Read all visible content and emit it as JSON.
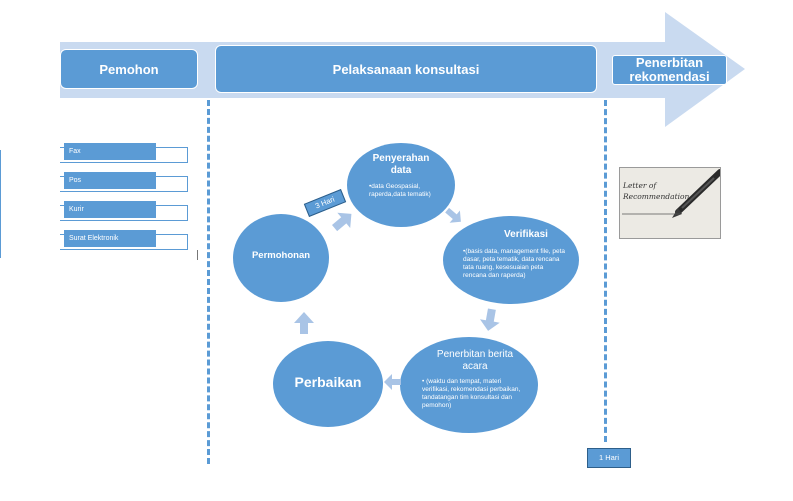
{
  "stages": {
    "applicant": "Pemohon",
    "consultation": "Pelaksanaan konsultasi",
    "issuance": "Penerbitan rekomendasi"
  },
  "channels": [
    "Fax",
    "Pos",
    "Kurir",
    "Surat Elektronik"
  ],
  "cycle": {
    "request": {
      "title": "Permohonan"
    },
    "submission": {
      "title": "Penyerahan data",
      "detail": "•data Geospasial, raperda,data tematik)"
    },
    "verification": {
      "title": "Verifikasi",
      "detail": "•(basis data, management file, peta dasar, peta tematik, data rencana tata ruang, kesesuaian peta rencana dan raperda)"
    },
    "minutes": {
      "title": "Penerbitan berita acara",
      "detail": "• (waktu dan tempat, materi verifikasi, rekomendasi perbaikan, tandatangan tim konsultasi dan pemohon)"
    },
    "revision": {
      "title": "Perbaikan"
    }
  },
  "durations": {
    "cycle": "3 Hari",
    "issuance": "1 Hari"
  },
  "letter_image": {
    "text": "Letter of Recommendation"
  },
  "colors": {
    "accent": "#5b9bd5",
    "arrow_light": "#c9daf0",
    "flow_arrow": "#a9c4e6"
  }
}
